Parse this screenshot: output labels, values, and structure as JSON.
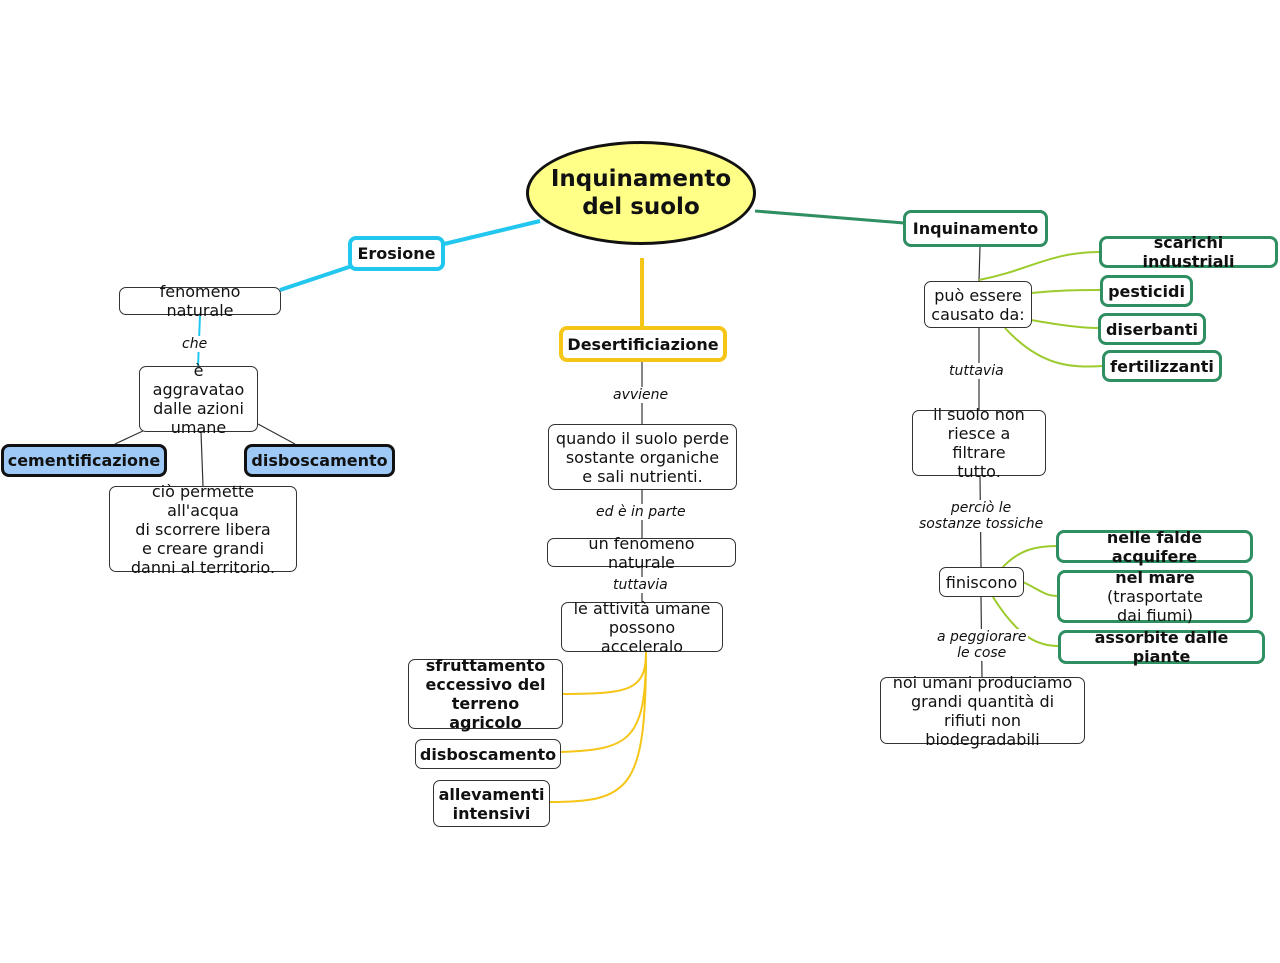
{
  "root": {
    "line1": "Inquinamento",
    "line2": "del suolo"
  },
  "erosione": {
    "title": "Erosione",
    "fenomeno": "fenomeno naturale",
    "link_che": "che",
    "aggravato": [
      "è aggravatao",
      "dalle azioni",
      "umane"
    ],
    "cementificazione": "cementificazione",
    "disboscamento": "disboscamento",
    "permette": [
      "ciò permette all'acqua",
      "di scorrere libera",
      "e creare grandi",
      "danni al territorio."
    ]
  },
  "desert": {
    "title": "Desertificiazione",
    "link_avviene": "avviene",
    "quando": [
      "quando il suolo perde",
      "sostante organiche",
      "e sali nutrienti."
    ],
    "link_parte": "ed è in parte",
    "fenomeno": "un fenomeno naturale",
    "link_tuttavia": "tuttavia",
    "attivita": [
      "le attività umane",
      "possono acceleralo"
    ],
    "sfruttamento": [
      "sfruttamento",
      "eccessivo del",
      "terreno agricolo"
    ],
    "disboscamento": "disboscamento",
    "allevamenti": [
      "allevamenti",
      "intensivi"
    ]
  },
  "inquin": {
    "title": "Inquinamento",
    "causato": [
      "può essere",
      "causato da:"
    ],
    "scarichi": "scarichi industriali",
    "pesticidi": "pesticidi",
    "diserbanti": "diserbanti",
    "fertilizzanti": "fertilizzanti",
    "link_tuttavia": "tuttavia",
    "filtrare": [
      "il suolo non",
      "riesce a filtrare",
      "tutto."
    ],
    "link_percio": [
      "perciò le",
      "sostanze tossiche"
    ],
    "finiscono": "finiscono",
    "falde": "nelle falde acquifere",
    "mare_bold": "nel mare",
    "mare_rest1": " (trasportate",
    "mare_rest2": "dai fiumi)",
    "piante": "assorbite dalle piante",
    "link_peggiorare": [
      "a peggiorare",
      "le cose"
    ],
    "umani": [
      "noi umani produciamo",
      "grandi quantità di",
      "rifiuti non biodegradabili"
    ]
  },
  "colors": {
    "blue": "#22c7f0",
    "yellow": "#f5c518",
    "dark_green": "#2f8e62",
    "light_green": "#9ccb2e",
    "root_fill": "#ffff88",
    "filled_node": "#9ec8f5"
  }
}
